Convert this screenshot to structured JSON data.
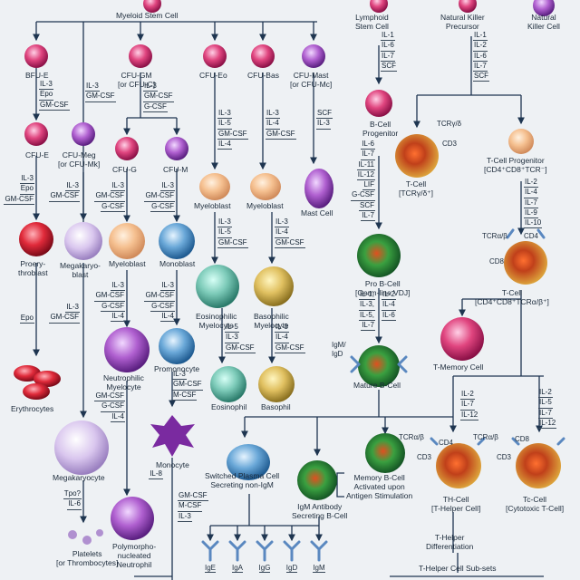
{
  "cells": {
    "myeloid_stem": "Myeloid Stem Cell",
    "lymphoid_stem": [
      "Lymphoid",
      "Stem Cell"
    ],
    "nk_precursor": [
      "Natural Killer",
      "Precursor"
    ],
    "nk_cell": [
      "Natural",
      "Killer Cell"
    ],
    "bfu_e": "BFU-E",
    "cfu_gm": [
      "CFU-GM",
      "[or CFU-C]"
    ],
    "cfu_eo": "CFU-Eo",
    "cfu_bas": "CFU-Bas",
    "cfu_mast": [
      "CFU-Mast",
      "[or CFU-Mc]"
    ],
    "cfu_e": "CFU-E",
    "cfu_meg": [
      "CFU-Meg",
      "[or CFU-Mk]"
    ],
    "cfu_g": "CFU-G",
    "cfu_m": "CFU-M",
    "myeloblast_eo": "Myeloblast",
    "myeloblast_bas": "Myeloblast",
    "mast_cell": "Mast Cell",
    "b_progenitor": [
      "B-Cell",
      "Progenitor"
    ],
    "t_gamma_delta": [
      "T-Cell",
      "[TCRγ/δ⁺]"
    ],
    "t_progenitor": [
      "T-Cell Progenitor",
      "[CD4⁺CD8⁺TCR⁻]"
    ],
    "proerythroblast": [
      "Proery-",
      "throblast"
    ],
    "megakaryoblast": [
      "Megakaryo-",
      "blast"
    ],
    "myeloblast_n": "Myeloblast",
    "monoblast": "Monoblast",
    "eos_myelocyte": [
      "Eosinophilic",
      "Myelocyte"
    ],
    "bas_myelocyte": [
      "Basophilic",
      "Myelocyte"
    ],
    "pro_b": [
      "Pro B-Cell",
      "[Germ-line VDJ]"
    ],
    "t_cell": [
      "T-Cell",
      "[CD4⁺CD8⁺TCRα/β⁺]"
    ],
    "erythrocytes": "Erythrocytes",
    "neut_myelocyte": [
      "Neutrophilic",
      "Myelocyte"
    ],
    "promonocyte": "Promonocyte",
    "eosinophil": "Eosinophil",
    "basophil": "Basophil",
    "mature_b": "Mature B-Cell",
    "t_memory": "T-Memory Cell",
    "megakaryocyte": "Megakaryocyte",
    "monocyte": "Monocyte",
    "switched_plasma": [
      "Switched Plasma Cell",
      "Secreting non-IgM"
    ],
    "igm_plasma": [
      "IgM Antibody",
      "Secreting B-Cell"
    ],
    "memory_b": [
      "Memory B-Cell",
      "Activated upon",
      "Antigen Stimulation"
    ],
    "th_cell": [
      "TH-Cell",
      "[T-Helper Cell]"
    ],
    "tc_cell": [
      "Tc-Cell",
      "[Cytotoxic T-Cell]"
    ],
    "platelets": [
      "Platelets",
      "[or Thrombocytes]"
    ],
    "pmn": [
      "Polymorpho-",
      "nucleated",
      "Neutrophil"
    ],
    "th_diff": [
      "T-Helper",
      "Differentiation"
    ],
    "th_subsets": "T-Helper Cell Sub-sets"
  },
  "factors": {
    "lymphoid_to_b": [
      "IL-1",
      "IL-6",
      "IL-7",
      "SCF"
    ],
    "nk": [
      "IL-1",
      "IL-2",
      "IL-6",
      "IL-7",
      "SCF"
    ],
    "bfu": [
      "IL-3",
      "Epo",
      "GM-CSF"
    ],
    "gm_left": [
      "IL-3",
      "GM-CSF"
    ],
    "cfu_e": [
      "IL-3",
      "Epo",
      "GM-CSF"
    ],
    "cfu_meg": [
      "IL-3",
      "GM-CSF"
    ],
    "gm": [
      "IL-3",
      "GM-CSF",
      "G-CSF"
    ],
    "eo": [
      "IL-3",
      "IL-5",
      "GM-CSF",
      "IL-4"
    ],
    "bas": [
      "IL-3",
      "IL-4",
      "GM-CSF"
    ],
    "mast": [
      "SCF",
      "IL-3"
    ],
    "b_prog": [
      "IL-6",
      "IL-7",
      "IL-11",
      "IL-12",
      "LIF",
      "G-CSF",
      "SCF",
      "IL-7"
    ],
    "t_prog": [
      "IL-2",
      "IL-4",
      "IL-7",
      "IL-9",
      "IL-10"
    ],
    "cfu_g": [
      "IL-3",
      "GM-CSF",
      "G-CSF"
    ],
    "cfu_m": [
      "IL-3",
      "GM-CSF",
      "G-CSF"
    ],
    "myelo_eo": [
      "IL-3",
      "IL-5",
      "GM-CSF"
    ],
    "myelo_bas": [
      "IL-3",
      "IL-4",
      "GM-CSF"
    ],
    "proery": [
      "Epo"
    ],
    "megablast": [
      "IL-3",
      "GM-CSF"
    ],
    "myeloblast_n": [
      "IL-3",
      "GM-CSF",
      "G-CSF",
      "IL-4"
    ],
    "monoblast": [
      "IL-3",
      "GM-CSF",
      "G-CSF",
      "IL-4"
    ],
    "pro_b": [
      "IL-1,",
      "IL-3,",
      "IL-5,",
      "IL-7"
    ],
    "pro_b_r": [
      "IL-2",
      "IL-4",
      "IL-6"
    ],
    "eos_myelo": [
      "IL-5",
      "IL-3",
      "GM-CSF"
    ],
    "bas_myelo": [
      "IL-3",
      "IL-4",
      "GM-CSF"
    ],
    "neut_myelo": [
      "GM-CSF",
      "G-CSF",
      "IL-4"
    ],
    "promono": [
      "IL-3",
      "GM-CSF",
      "M-CSF"
    ],
    "th": [
      "IL-2",
      "IL-7",
      "IL-12"
    ],
    "tc": [
      "IL-2",
      "IL-5",
      "IL-7",
      "IL-12"
    ],
    "mono_il8": [
      "IL-8"
    ],
    "mono_out": [
      "GM-CSF",
      "M-CSF",
      "IL-3"
    ],
    "tpo": [
      "Tpo?",
      "IL-6"
    ]
  },
  "receptors": {
    "tcr_gd": "TCRγ/δ",
    "cd3": "CD3",
    "tcr_ab": "TCRα/β",
    "cd4": "CD4",
    "cd8": "CD8",
    "igm": "IgM/",
    "igd": "IgD"
  },
  "antibodies": [
    "IgE",
    "IgA",
    "IgG",
    "IgD",
    "IgM"
  ]
}
